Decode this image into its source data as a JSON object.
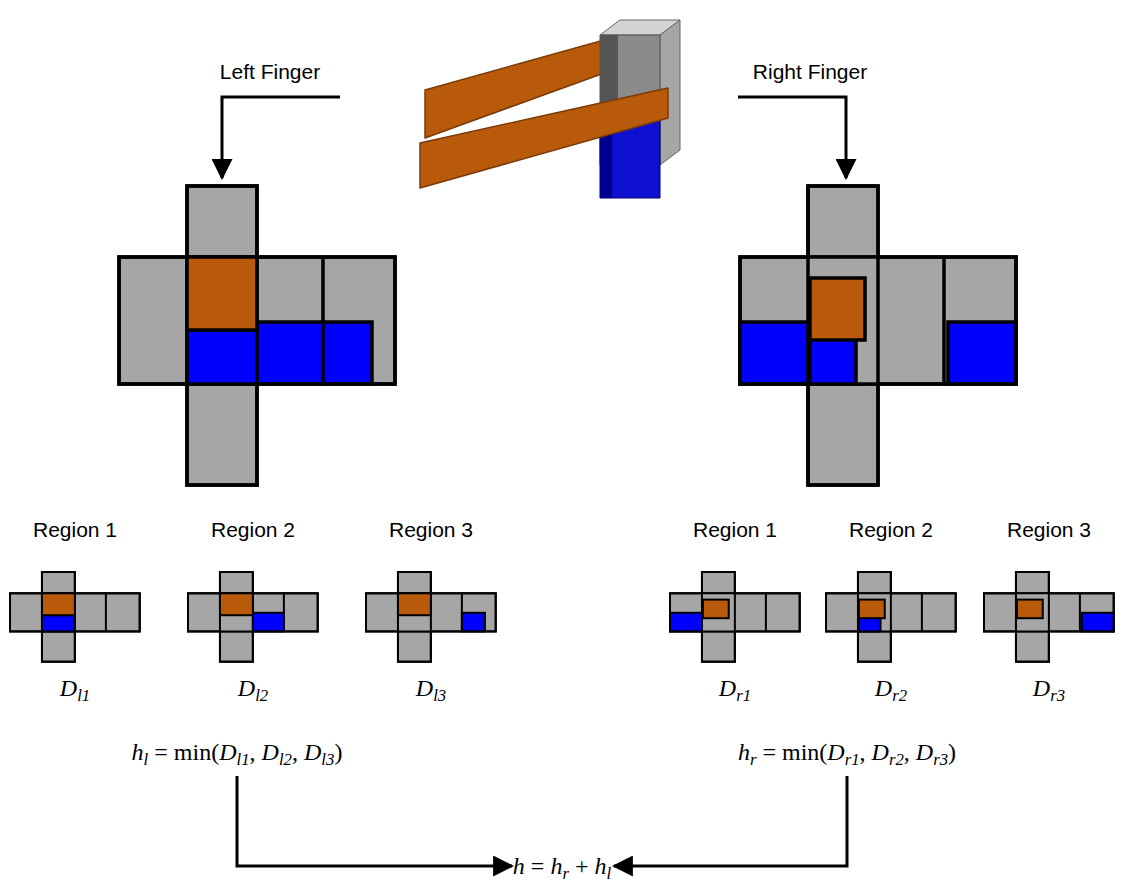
{
  "diagram": {
    "labels": [
      "Left Finger",
      "Right Finger",
      "Region 1",
      "Region 2",
      "Region 3",
      "Region 1",
      "Region 2",
      "Region 3",
      "Dl1",
      "Dl2",
      "Dl3",
      "Dr1",
      "Dr2",
      "Dr3",
      "hl = min(Dl1, Dl2, Dl3)",
      "hr = min(Dr1, Dr2, Dr3)",
      "h = hr + hl"
    ]
  }
}
